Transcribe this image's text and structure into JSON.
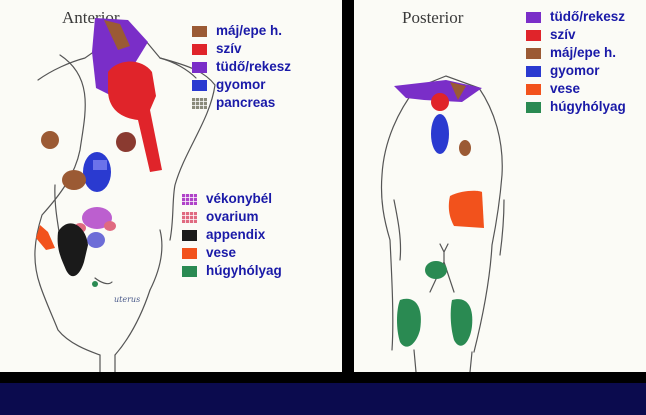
{
  "anterior": {
    "title": "Anterior",
    "legend_top": [
      {
        "label": "máj/epe h.",
        "color": "#9b5a34",
        "icon": "liver-swatch"
      },
      {
        "label": "szív",
        "color": "#e0242a",
        "icon": "heart-swatch"
      },
      {
        "label": "tüdő/rekesz",
        "color": "#7a2ec8",
        "icon": "lung-swatch"
      },
      {
        "label": "gyomor",
        "color": "#2a3ad0",
        "icon": "stomach-swatch"
      },
      {
        "label": "pancreas",
        "color": "#8a8a7a",
        "icon": "pancreas-swatch",
        "pattern": "hatch"
      }
    ],
    "legend_bottom": [
      {
        "label": "vékonybél",
        "color": "#b043c8",
        "icon": "small-intestine-swatch",
        "pattern": "hatch"
      },
      {
        "label": "ovarium",
        "color": "#e06a80",
        "icon": "ovary-swatch",
        "pattern": "hatch"
      },
      {
        "label": "appendix",
        "color": "#1a1a1a",
        "icon": "appendix-swatch"
      },
      {
        "label": "vese",
        "color": "#f2521c",
        "icon": "kidney-swatch"
      },
      {
        "label": "húgyhólyag",
        "color": "#2a8a52",
        "icon": "bladder-swatch"
      }
    ],
    "handwritten_note": "uterus"
  },
  "posterior": {
    "title": "Posterior",
    "legend": [
      {
        "label": "tüdő/rekesz",
        "color": "#7a2ec8",
        "icon": "lung-swatch"
      },
      {
        "label": "szív",
        "color": "#e0242a",
        "icon": "heart-swatch"
      },
      {
        "label": "máj/epe h.",
        "color": "#9b5a34",
        "icon": "liver-swatch"
      },
      {
        "label": "gyomor",
        "color": "#2a3ad0",
        "icon": "stomach-swatch"
      },
      {
        "label": "vese",
        "color": "#f2521c",
        "icon": "kidney-swatch"
      },
      {
        "label": "húgyhólyag",
        "color": "#2a8a52",
        "icon": "bladder-swatch"
      }
    ]
  },
  "colors": {
    "background": "#000000",
    "footer_bar": "#0b0b4e",
    "panel": "#fbfbf6",
    "legend_text": "#1a1aa8"
  }
}
